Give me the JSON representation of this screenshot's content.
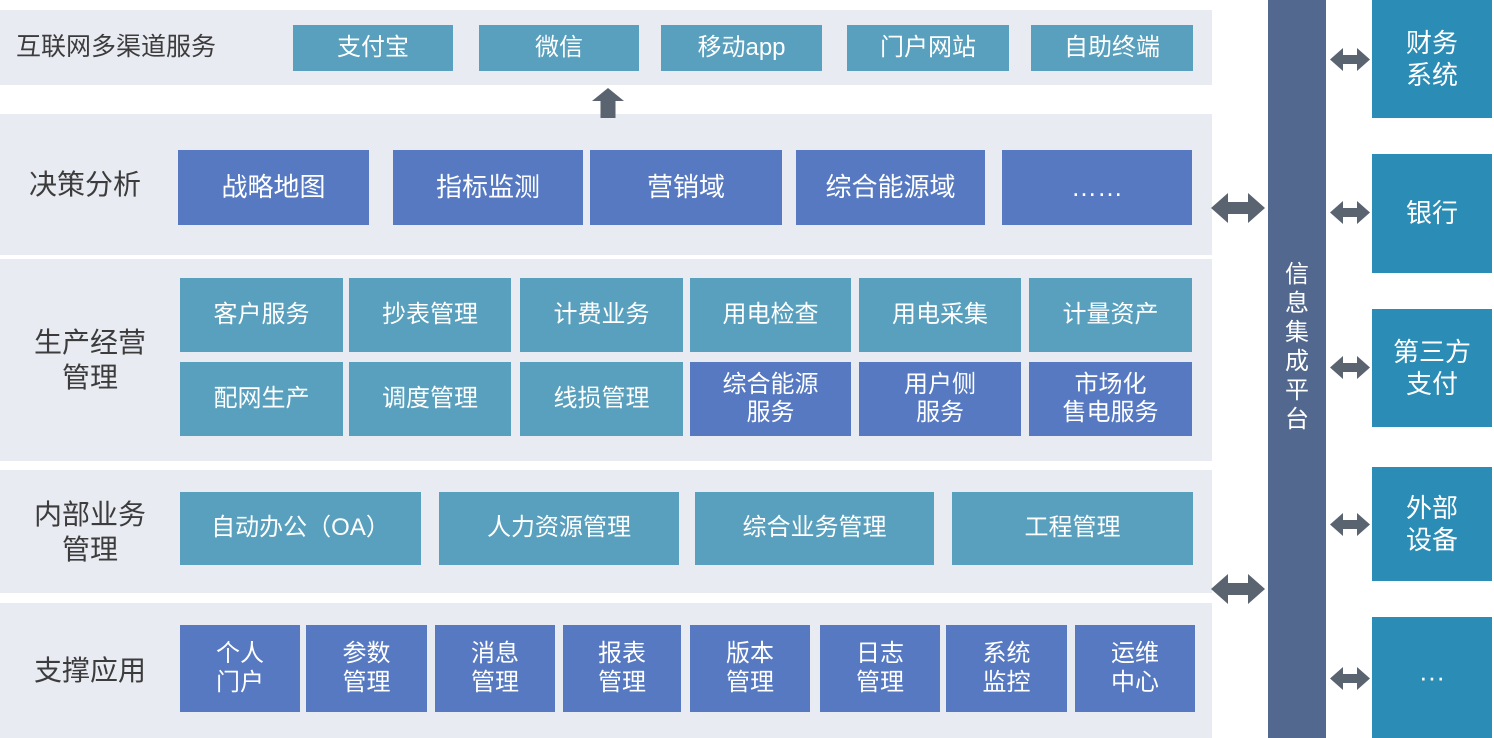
{
  "colors": {
    "band_background": "#e9ebf3",
    "teal_node": "#58a0bd",
    "blue_node": "#5679c2",
    "integration_bar": "#52688f",
    "external_box": "#2b8cb5",
    "arrow": "#5a6370",
    "label_text": "#3c3c3c"
  },
  "layers": [
    {
      "label": "互联网多渠道服务",
      "items": [
        "支付宝",
        "微信",
        "移动app",
        "门户网站",
        "自助终端"
      ]
    },
    {
      "label": "决策分析",
      "items": [
        "战略地图",
        "指标监测",
        "营销域",
        "综合能源域",
        "……"
      ]
    },
    {
      "label": "生产经营\n管理",
      "items_row1": [
        "客户服务",
        "抄表管理",
        "计费业务",
        "用电检查",
        "用电采集",
        "计量资产"
      ],
      "items_row2": [
        "配网生产",
        "调度管理",
        "线损管理",
        "综合能源\n服务",
        "用户侧\n服务",
        "市场化\n售电服务"
      ]
    },
    {
      "label": "内部业务\n管理",
      "items": [
        "自动办公（OA）",
        "人力资源管理",
        "综合业务管理",
        "工程管理"
      ]
    },
    {
      "label": "支撑应用",
      "items": [
        "个人\n门户",
        "参数\n管理",
        "消息\n管理",
        "报表\n管理",
        "版本\n管理",
        "日志\n管理",
        "系统\n监控",
        "运维\n中心"
      ]
    }
  ],
  "integration_platform": {
    "label": "信息集成平台"
  },
  "external_systems": [
    "财务\n系统",
    "银行",
    "第三方\n支付",
    "外部\n设备",
    "···"
  ]
}
